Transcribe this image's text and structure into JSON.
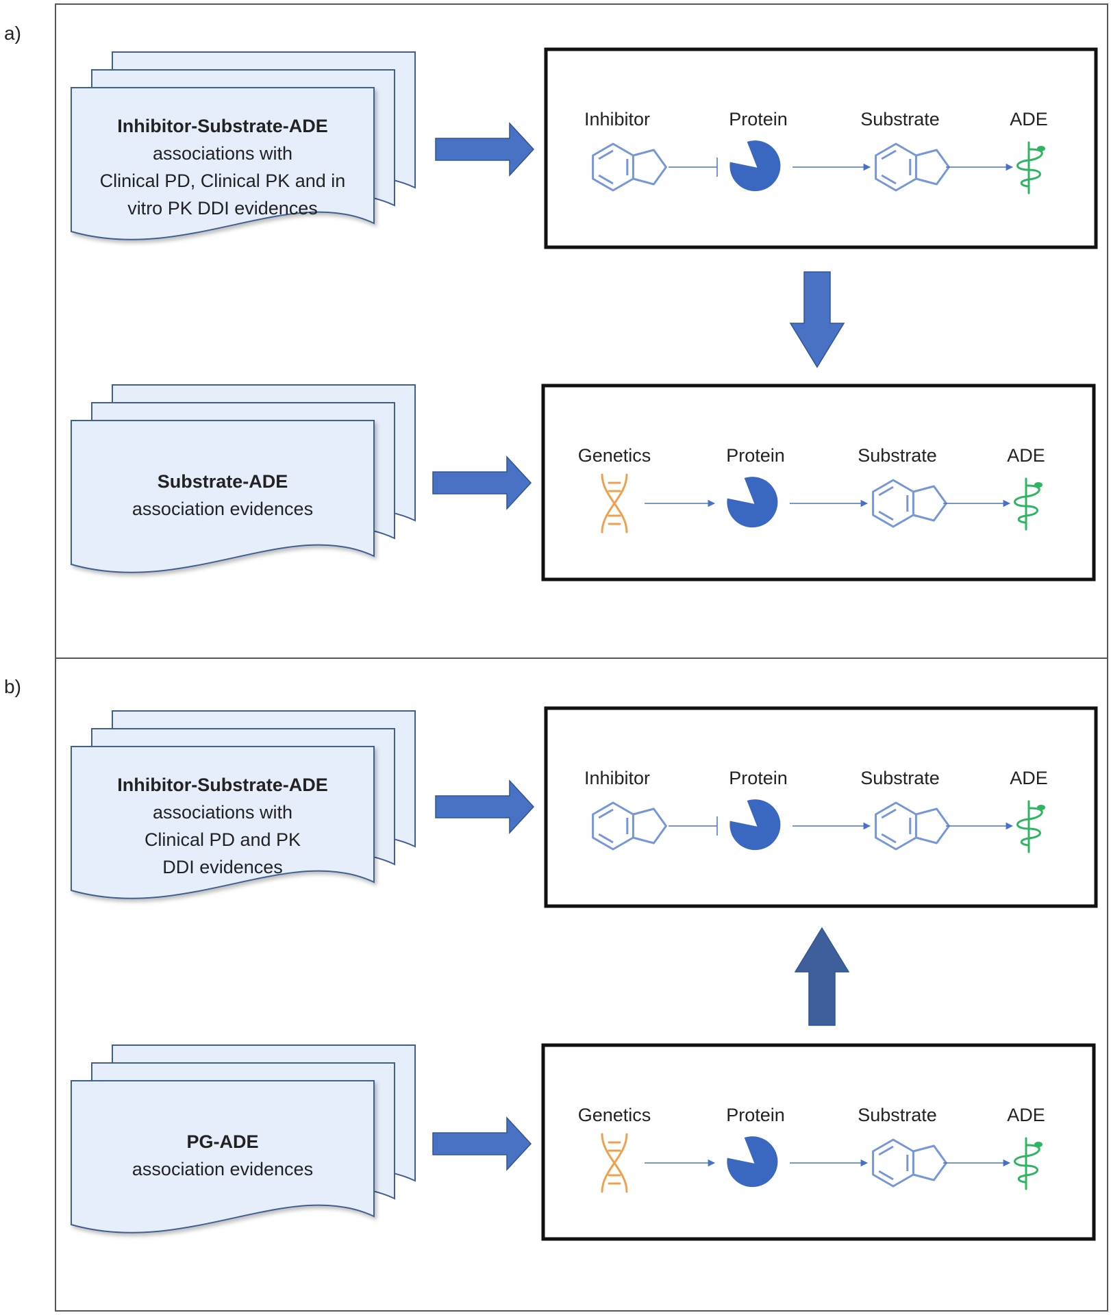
{
  "colors": {
    "doc_fill": "#e6eefb",
    "doc_stroke": "#3f5e93",
    "arrow": "#4a72c4",
    "arrow_dark": "#3e5f9c",
    "mol": "#7596d9",
    "protein": "#3a67c0",
    "dna": "#f0a04c",
    "ade": "#2fb562",
    "box_stroke": "#111111",
    "panel_border": "#555555"
  },
  "panel_a": {
    "tag": "a)",
    "doc1": {
      "lines": [
        {
          "text": "Inhibitor-Substrate-ADE",
          "bold": true
        },
        {
          "text": "associations with",
          "bold": false
        },
        {
          "text": "Clinical PD, Clinical PK and in",
          "bold": false
        },
        {
          "text": "vitro PK DDI evidences",
          "bold": false
        }
      ]
    },
    "doc2": {
      "lines": [
        {
          "text": "Substrate-ADE",
          "bold": true
        },
        {
          "text": "association evidences",
          "bold": false
        }
      ]
    },
    "box1": {
      "labels": [
        "Inhibitor",
        "Protein",
        "Substrate",
        "ADE"
      ],
      "first_icon": "inhibitor-molecule-icon",
      "first_link": "inhibition"
    },
    "box2": {
      "labels": [
        "Genetics",
        "Protein",
        "Substrate",
        "ADE"
      ],
      "first_icon": "dna-icon",
      "first_link": "arrow"
    },
    "between_arrow": "down"
  },
  "panel_b": {
    "tag": "b)",
    "doc1": {
      "lines": [
        {
          "text": "Inhibitor-Substrate-ADE",
          "bold": true
        },
        {
          "text": "associations with",
          "bold": false
        },
        {
          "text": "Clinical PD and PK",
          "bold": false
        },
        {
          "text": "DDI evidences",
          "bold": false
        }
      ]
    },
    "doc2": {
      "lines": [
        {
          "text": "PG-ADE",
          "bold": true
        },
        {
          "text": "association evidences",
          "bold": false
        }
      ]
    },
    "box1": {
      "labels": [
        "Inhibitor",
        "Protein",
        "Substrate",
        "ADE"
      ],
      "first_icon": "inhibitor-molecule-icon",
      "first_link": "inhibition"
    },
    "box2": {
      "labels": [
        "Genetics",
        "Protein",
        "Substrate",
        "ADE"
      ],
      "first_icon": "dna-icon",
      "first_link": "arrow"
    },
    "between_arrow": "up"
  }
}
